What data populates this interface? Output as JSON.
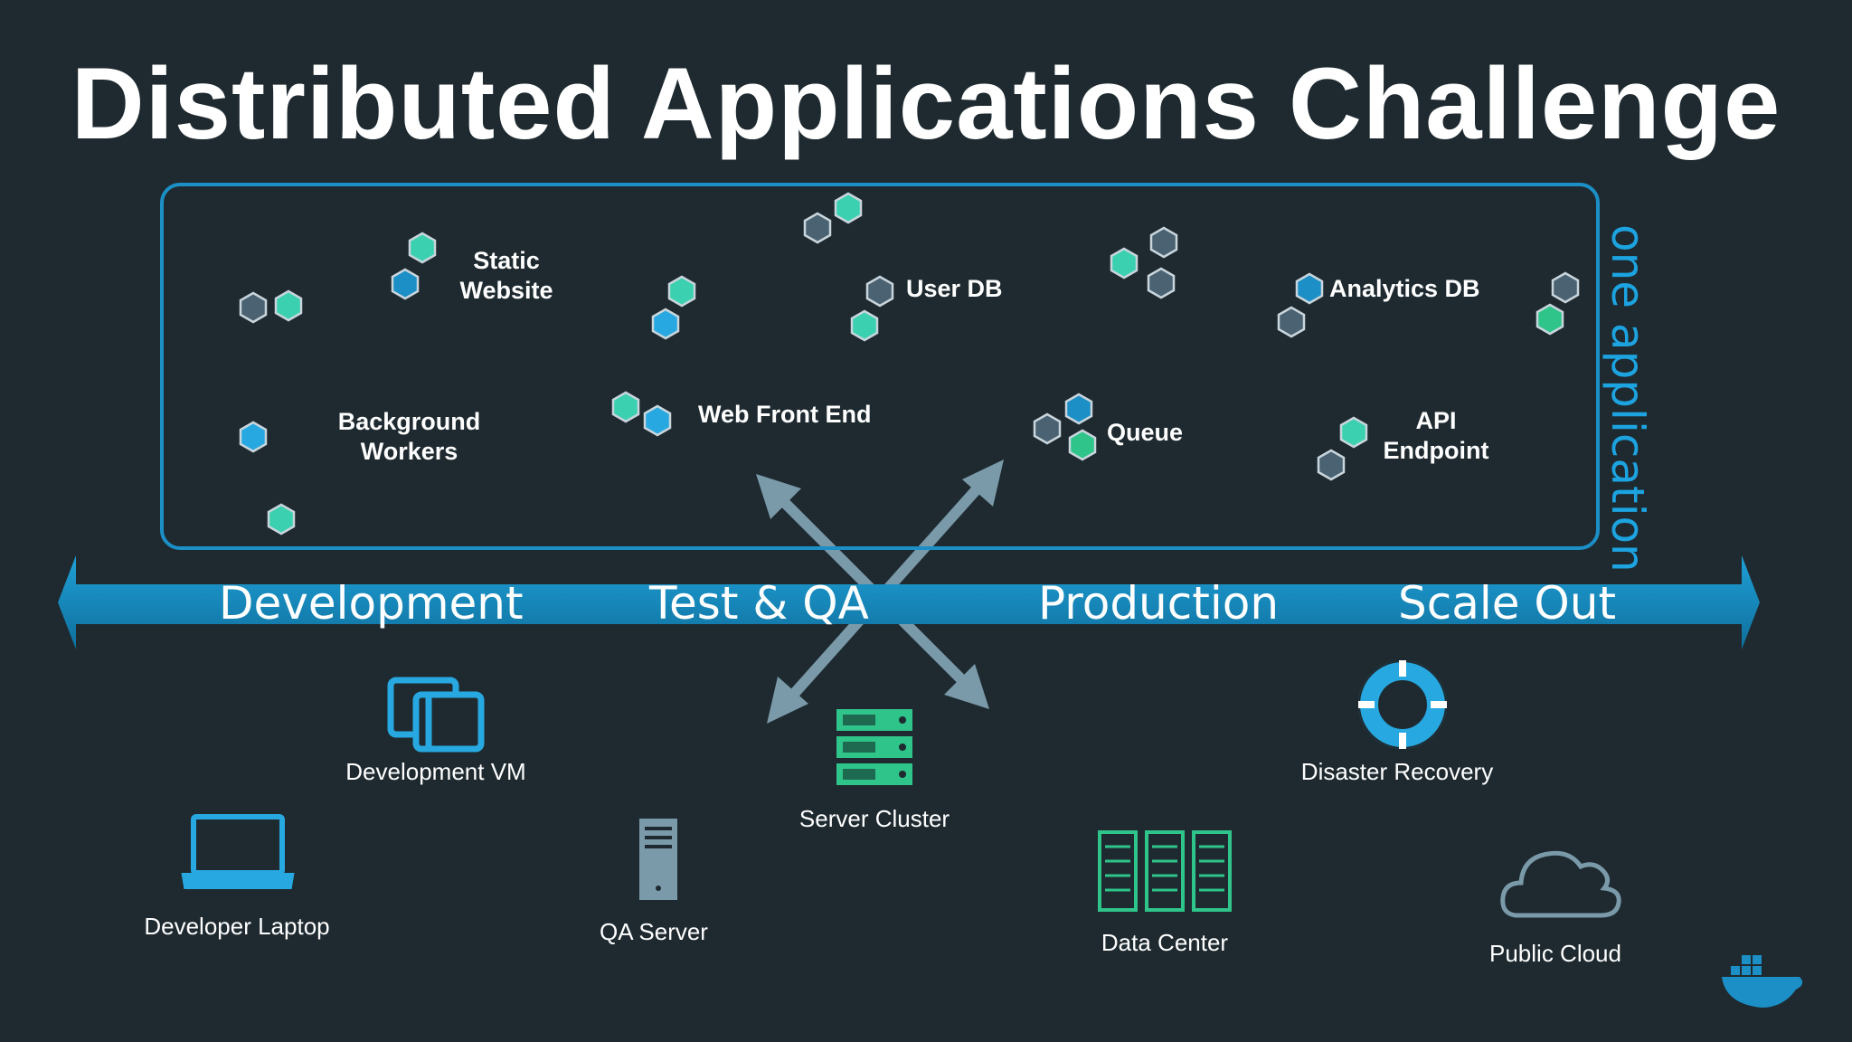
{
  "title": "Distributed Applications Challenge",
  "app_caption": "one application",
  "components": {
    "static_website": [
      "Static",
      "Website"
    ],
    "user_db": "User DB",
    "analytics_db": "Analytics DB",
    "background_workers": [
      "Background",
      "Workers"
    ],
    "web_front_end": "Web Front End",
    "queue": "Queue",
    "api_endpoint": [
      "API",
      "Endpoint"
    ]
  },
  "stages": [
    "Development",
    "Test & QA",
    "Production",
    "Scale Out"
  ],
  "environments": {
    "development_vm": "Development VM",
    "developer_laptop": "Developer Laptop",
    "qa_server": "QA Server",
    "server_cluster": "Server Cluster",
    "data_center": "Data Center",
    "disaster_recovery": "Disaster Recovery",
    "public_cloud": "Public Cloud"
  },
  "icons": {
    "development_vm": "windows-stack-icon",
    "developer_laptop": "laptop-icon",
    "qa_server": "server-tower-icon",
    "server_cluster": "server-rack-icon",
    "data_center": "data-center-icon",
    "disaster_recovery": "lifebuoy-icon",
    "public_cloud": "cloud-icon",
    "brand": "docker-whale-icon"
  },
  "colors": {
    "background": "#1e2a30",
    "accent_blue": "#1b8fc6",
    "caption_blue": "#1ca3e0",
    "hex_teal": "#3ad0b0",
    "hex_slate": "#4a6272",
    "hex_blue": "#28a8e0",
    "hex_green": "#2ec48a",
    "arrow_gray": "#7a9aaa"
  }
}
